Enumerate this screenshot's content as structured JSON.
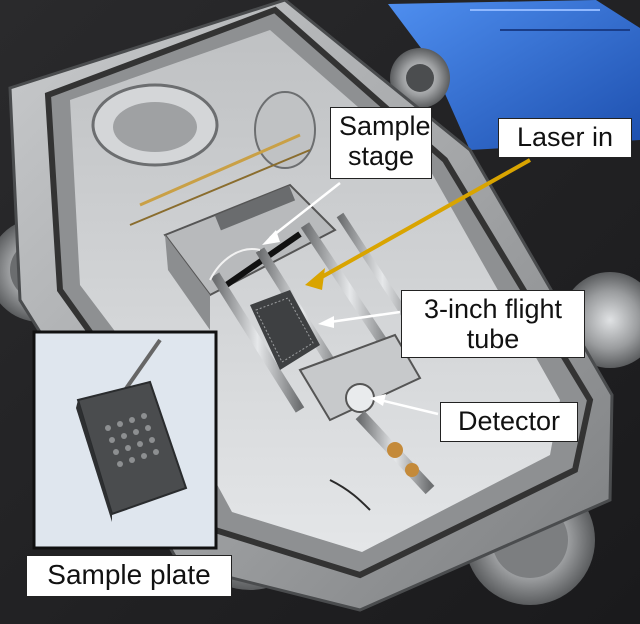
{
  "labels": {
    "sample_stage": [
      "Sample",
      "stage"
    ],
    "laser_in": "Laser in",
    "flight_tube": [
      "3-inch flight",
      "tube"
    ],
    "detector": "Detector",
    "sample_plate": "Sample plate"
  },
  "colors": {
    "chamber_metal": "#a9abad",
    "chamber_dark": "#3a3c3e",
    "camera_blue": "#2e6fd8",
    "laser_line": "#d9a400",
    "inset_background": "#dfe6ee",
    "plate_dark": "#4a4c4e"
  }
}
